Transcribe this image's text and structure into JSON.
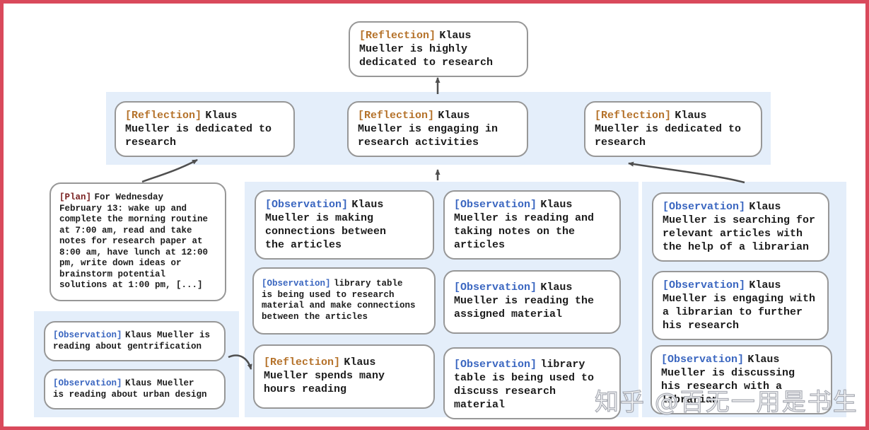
{
  "frame": {
    "border_color": "#d9495b"
  },
  "colors": {
    "reflection_tag": "#b5722a",
    "plan_tag": "#7a2222",
    "observation_tag": "#3a66c0",
    "band_background": "#e4eefa",
    "box_border": "#979797",
    "arrow": "#4f4f4f"
  },
  "nodes": {
    "root": {
      "tag": "[Reflection]",
      "text": "Klaus\nMueller is highly\ndedicated to research"
    },
    "row": [
      {
        "tag": "[Reflection]",
        "text": "Klaus\nMueller is dedicated to\nresearch"
      },
      {
        "tag": "[Reflection]",
        "text": "Klaus\nMueller is engaging in\nresearch activities"
      },
      {
        "tag": "[Reflection]",
        "text": "Klaus\nMueller is dedicated to\nresearch"
      }
    ],
    "plan": {
      "tag": "[Plan]",
      "text": "For Wednesday\nFebruary 13: wake up and\ncomplete the morning routine\nat 7:00 am, read and take\nnotes for research paper at\n8:00 am, have lunch at 12:00\npm, write down ideas or\nbrainstorm potential\nsolutions at 1:00 pm, [...]"
    },
    "left_obs": [
      {
        "tag": "[Observation]",
        "text": "Klaus Mueller is\nreading about gentrification"
      },
      {
        "tag": "[Observation]",
        "text": "Klaus Mueller\nis reading about urban design"
      }
    ],
    "mid_col1": [
      {
        "tag": "[Observation]",
        "text": "Klaus\nMueller is making\nconnections between\nthe articles"
      },
      {
        "tag": "[Observation]",
        "text": "library table\nis being used to research\nmaterial and make connections\nbetween the articles"
      },
      {
        "tag": "[Reflection]",
        "text": "Klaus\nMueller spends many\nhours reading"
      }
    ],
    "mid_col2": [
      {
        "tag": "[Observation]",
        "text": "Klaus\nMueller is reading and\ntaking notes on the\narticles"
      },
      {
        "tag": "[Observation]",
        "text": "Klaus\nMueller is reading the\nassigned material"
      },
      {
        "tag": "[Observation]",
        "text": "library\ntable is being used to\ndiscuss research material"
      }
    ],
    "right_col": [
      {
        "tag": "[Observation]",
        "text": "Klaus\nMueller is searching for\nrelevant articles with\nthe help of a librarian"
      },
      {
        "tag": "[Observation]",
        "text": "Klaus\nMueller is engaging with\na librarian to further\nhis research"
      },
      {
        "tag": "[Observation]",
        "text": "Klaus\nMueller is discussing\nhis research with a\nlibrarian"
      }
    ]
  },
  "watermark": "知乎 @百无一用是书生"
}
